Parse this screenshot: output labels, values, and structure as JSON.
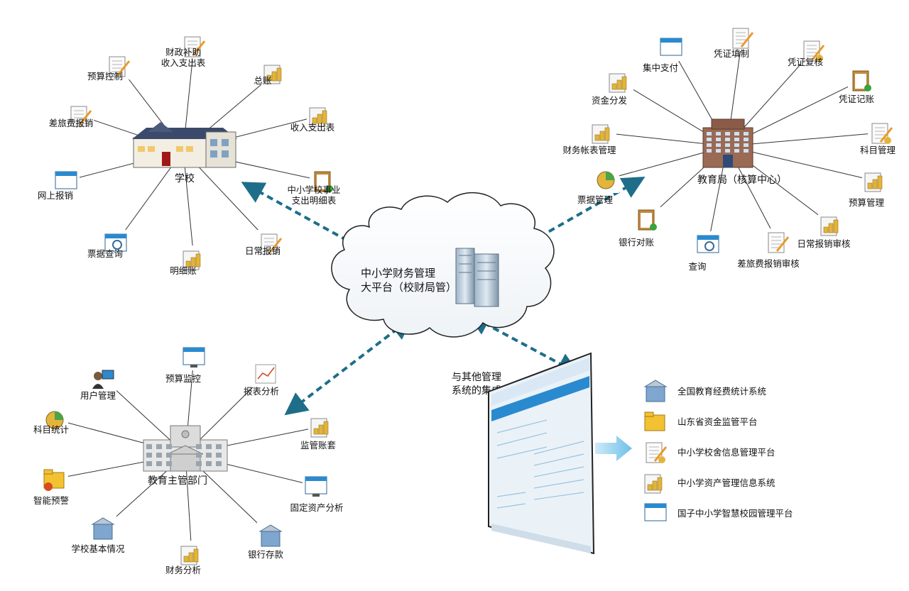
{
  "center": {
    "line1": "中小学财务管理",
    "line2": "大平台（校财局管）"
  },
  "school": {
    "label": "学校",
    "items": [
      {
        "lines": [
          "财政补助",
          "收入支出表"
        ],
        "icon": "report-icon"
      },
      {
        "lines": [
          "总账"
        ],
        "icon": "ledger-chart-icon"
      },
      {
        "lines": [
          "收入支出表"
        ],
        "icon": "chart-icon"
      },
      {
        "lines": [
          "中小学校事业",
          "支出明细表"
        ],
        "icon": "clipboard-check-icon"
      },
      {
        "lines": [
          "日常报销"
        ],
        "icon": "doc-edit-icon"
      },
      {
        "lines": [
          "明细账"
        ],
        "icon": "coins-doc-icon"
      },
      {
        "lines": [
          "票据查询"
        ],
        "icon": "search-window-icon"
      },
      {
        "lines": [
          "网上报销"
        ],
        "icon": "windows-icon"
      },
      {
        "lines": [
          "差旅费报销"
        ],
        "icon": "doc-pen-icon"
      },
      {
        "lines": [
          "预算控制"
        ],
        "icon": "doc-pen-icon"
      }
    ]
  },
  "bureau": {
    "label": "教育局（核算中心）",
    "items": [
      {
        "lines": [
          "集中支付"
        ],
        "icon": "window-edit-icon"
      },
      {
        "lines": [
          "凭证填制"
        ],
        "icon": "doc-pen-icon"
      },
      {
        "lines": [
          "凭证复核"
        ],
        "icon": "chart-check-icon"
      },
      {
        "lines": [
          "凭证记账"
        ],
        "icon": "clipboard-pen-icon"
      },
      {
        "lines": [
          "科目管理"
        ],
        "icon": "chart-check-icon"
      },
      {
        "lines": [
          "预算管理"
        ],
        "icon": "coins-doc-icon"
      },
      {
        "lines": [
          "日常报销审核"
        ],
        "icon": "check-coins-icon"
      },
      {
        "lines": [
          "差旅费报销审核"
        ],
        "icon": "doc-pen-icon"
      },
      {
        "lines": [
          "查询"
        ],
        "icon": "search-window-icon"
      },
      {
        "lines": [
          "银行对账"
        ],
        "icon": "clipboard-check-icon"
      },
      {
        "lines": [
          "票据管理"
        ],
        "icon": "book-pie-icon"
      },
      {
        "lines": [
          "财务帐表管理"
        ],
        "icon": "chart-icon"
      },
      {
        "lines": [
          "资金分发"
        ],
        "icon": "check-coins-icon"
      }
    ]
  },
  "department": {
    "label": "教育主管部门",
    "items": [
      {
        "lines": [
          "预算监控"
        ],
        "icon": "monitor-icon"
      },
      {
        "lines": [
          "报表分析"
        ],
        "icon": "line-chart-icon"
      },
      {
        "lines": [
          "监管账套"
        ],
        "icon": "monitor-coins-icon"
      },
      {
        "lines": [
          "固定资产分析"
        ],
        "icon": "computer-icon"
      },
      {
        "lines": [
          "银行存款"
        ],
        "icon": "bank-icon"
      },
      {
        "lines": [
          "财务分析"
        ],
        "icon": "chart-icon"
      },
      {
        "lines": [
          "学校基本情况"
        ],
        "icon": "building-icon"
      },
      {
        "lines": [
          "智能预警"
        ],
        "icon": "folder-alert-icon"
      },
      {
        "lines": [
          "科目统计"
        ],
        "icon": "pie-chart-icon"
      },
      {
        "lines": [
          "用户管理"
        ],
        "icon": "user-computer-icon"
      }
    ]
  },
  "integration": {
    "label_lines": [
      "与其他管理",
      "系统的集成"
    ],
    "systems": [
      {
        "label": "全国教育经费统计系统",
        "icon": "building-icon"
      },
      {
        "label": "山东省资金监管平台",
        "icon": "folder-doc-icon"
      },
      {
        "label": "中小学校舍信息管理平台",
        "icon": "checklist-gear-icon"
      },
      {
        "label": "中小学资产管理信息系统",
        "icon": "window-coins-icon"
      },
      {
        "label": "国子中小学智慧校园管理平台",
        "icon": "window-edit-icon"
      }
    ]
  },
  "colors": {
    "connector": "#1e6e8a",
    "arrow_light": "#8fd0ee",
    "building_wall": "#9a6a54",
    "roof": "#3b4a6a",
    "gold": "#e3b43a",
    "screen_blue": "#2a8ad0"
  }
}
